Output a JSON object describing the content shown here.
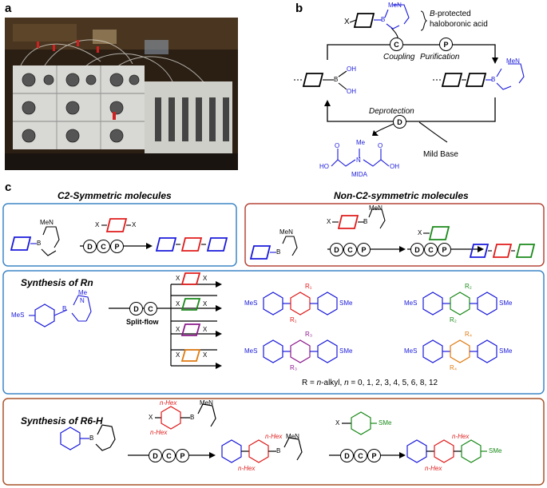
{
  "panels": {
    "a": "a",
    "b": "b",
    "c": "c"
  },
  "panel_b": {
    "protected_label_italic": "B",
    "protected_label_rest": "-protected",
    "protected_label_line2": "haloboronic acid",
    "coupling": "Coupling",
    "purification": "Purification",
    "deprotection": "Deprotection",
    "mild_base": "Mild Base",
    "mida": "MIDA",
    "c": "C",
    "p": "P",
    "d": "D",
    "x": "X",
    "b_atom": "B",
    "oh": "OH",
    "men": "MeN",
    "me": "Me",
    "n_atom": "N",
    "ho": "HO",
    "o_atom": "O"
  },
  "c2": {
    "title": "C2-Symmetric molecules",
    "x": "X",
    "men": "MeN",
    "b_atom": "B",
    "d": "D",
    "c": "C",
    "p": "P"
  },
  "nonc2": {
    "title": "Non-C2-symmetric molecules",
    "x": "X",
    "men": "MeN",
    "b_atom": "B",
    "d": "D",
    "c": "C",
    "p": "P"
  },
  "rn": {
    "title": "Synthesis of Rn",
    "mes": "MeS",
    "sme": "SMe",
    "me": "Me",
    "n_atom": "N",
    "b_atom": "B",
    "x": "X",
    "d": "D",
    "c": "C",
    "split_flow": "Split-flow",
    "r1": "R₁",
    "r2": "R₂",
    "r3": "R₃",
    "r4": "R₄",
    "footer_pre": "R = ",
    "footer_alkyl_italic": "n",
    "footer_alkyl_rest": "-alkyl, ",
    "footer_n_italic": "n",
    "footer_n_rest": " = 0, 1, 2, 3, 4, 5, 6, 8, 12"
  },
  "r6h": {
    "title": "Synthesis of R6-H",
    "nhex": "n-Hex",
    "x": "X",
    "men": "MeN",
    "b_atom": "B",
    "sme": "SMe",
    "d": "D",
    "c": "C",
    "p": "P"
  },
  "colors": {
    "blue": "#1a1adb",
    "red": "#e01b1b",
    "green": "#1a8a1a",
    "purple": "#8c1a8c",
    "orange": "#e07a10",
    "box_blue": "#3d86c6",
    "box_red": "#b5463a",
    "box_brown": "#a9542c"
  }
}
